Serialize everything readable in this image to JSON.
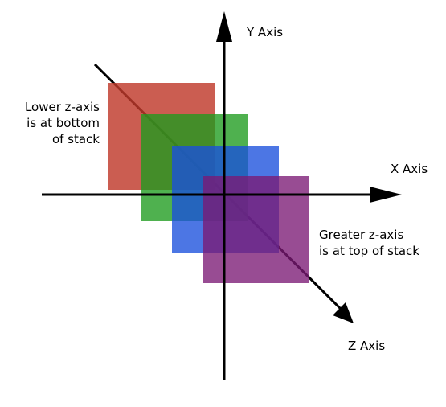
{
  "labels": {
    "y_axis": "Y Axis",
    "x_axis": "X Axis",
    "z_axis": "Z Axis",
    "lower_note": [
      "Lower z-axis",
      "is at bottom",
      "of stack"
    ],
    "greater_note": [
      "Greater z-axis",
      "is at top of stack"
    ]
  },
  "layers": [
    {
      "name": "red",
      "color": "#c0392b"
    },
    {
      "name": "green",
      "color": "#1e9b1e"
    },
    {
      "name": "blue",
      "color": "#1a4fdc"
    },
    {
      "name": "purple",
      "color": "#7b1a74"
    }
  ],
  "colors": {
    "axis": "#000000"
  }
}
